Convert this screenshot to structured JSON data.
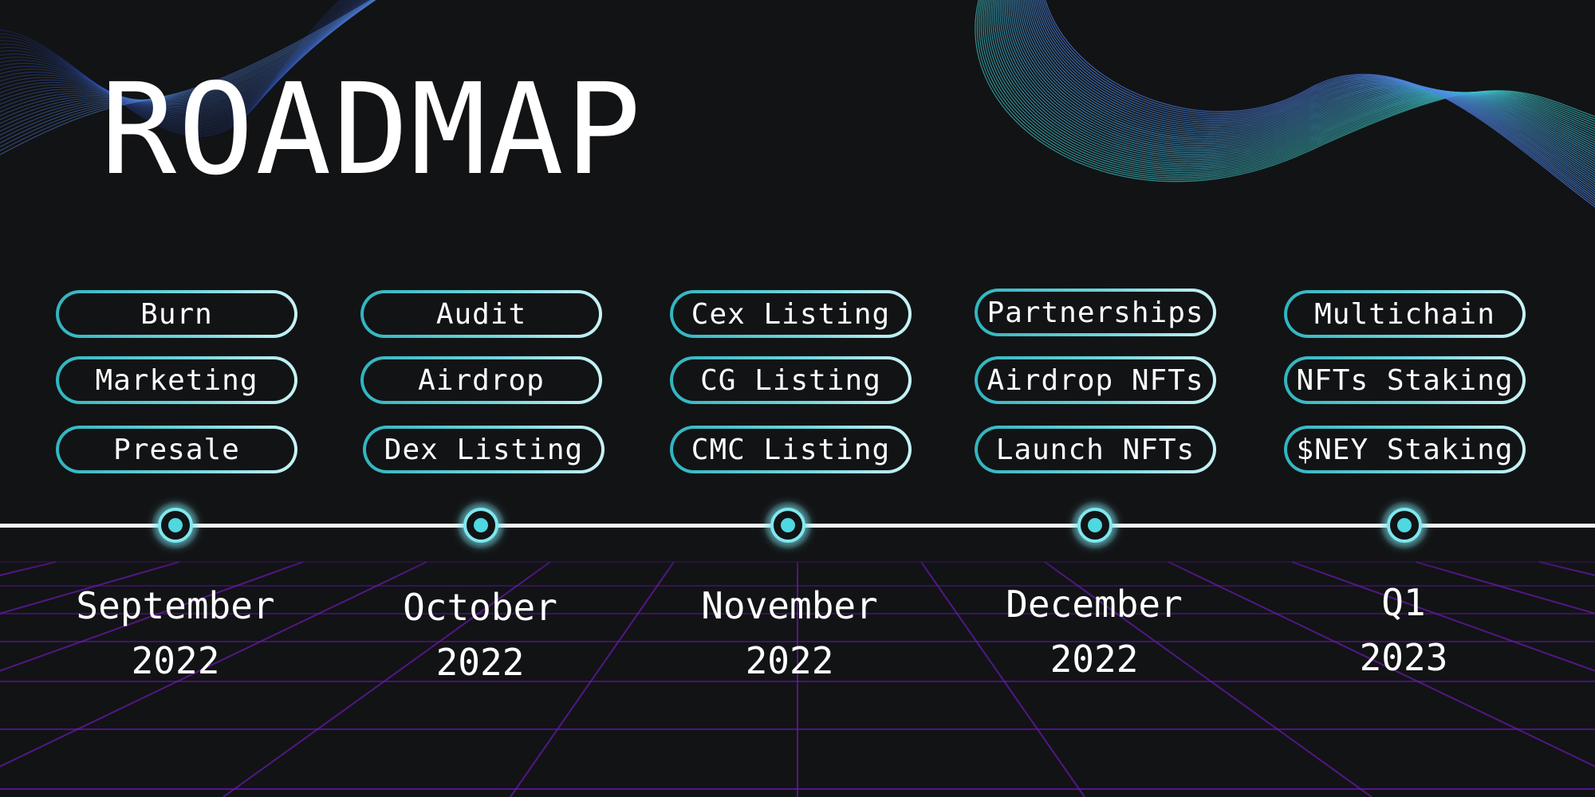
{
  "title": "ROADMAP",
  "colors": {
    "background": "#121315",
    "accent_cyan": "#4fd8e0",
    "pill_border_start": "#2fb5c0",
    "pill_border_end": "#c8f3f6",
    "grid_purple": "#7a1fb0",
    "timeline_line": "#f2f5f6"
  },
  "phases": [
    {
      "items": [
        "Burn",
        "Marketing",
        "Presale"
      ],
      "date_line1": "September",
      "date_line2": "2022"
    },
    {
      "items": [
        "Audit",
        "Airdrop",
        "Dex Listing"
      ],
      "date_line1": "October",
      "date_line2": "2022"
    },
    {
      "items": [
        "Cex Listing",
        "CG Listing",
        "CMC Listing"
      ],
      "date_line1": "November",
      "date_line2": "2022"
    },
    {
      "items": [
        "Partnerships",
        "Airdrop NFTs",
        "Launch NFTs"
      ],
      "date_line1": "December",
      "date_line2": "2022"
    },
    {
      "items": [
        "Multichain",
        "NFTs Staking",
        "$NEY Staking"
      ],
      "date_line1": "Q1",
      "date_line2": "2023"
    }
  ]
}
